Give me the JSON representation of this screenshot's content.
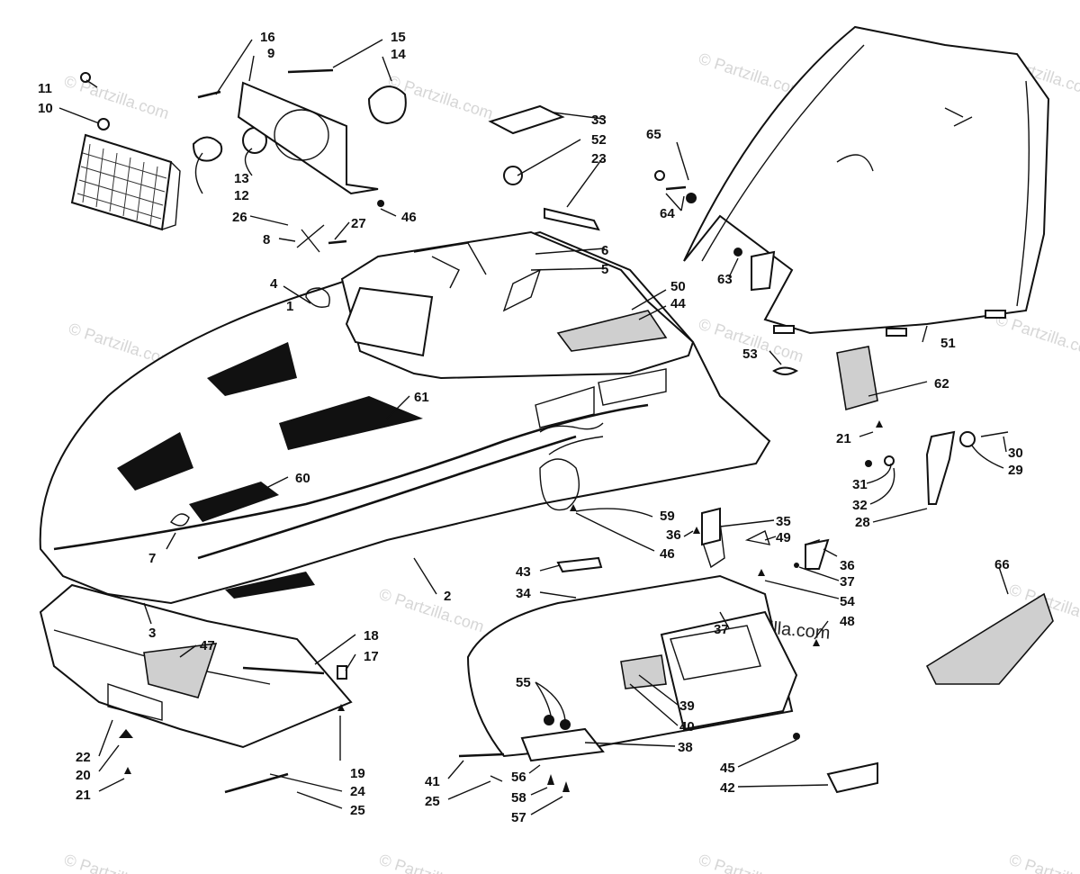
{
  "watermark": {
    "text": "© Partzilla.com",
    "inline_text": "partzilla.com"
  },
  "labels": [
    {
      "id": "l1",
      "text": "1"
    },
    {
      "id": "l2",
      "text": "2"
    },
    {
      "id": "l3",
      "text": "3"
    },
    {
      "id": "l4",
      "text": "4"
    },
    {
      "id": "l5",
      "text": "5"
    },
    {
      "id": "l6",
      "text": "6"
    },
    {
      "id": "l7",
      "text": "7"
    },
    {
      "id": "l8",
      "text": "8"
    },
    {
      "id": "l9",
      "text": "9"
    },
    {
      "id": "l10",
      "text": "10"
    },
    {
      "id": "l11",
      "text": "11"
    },
    {
      "id": "l12",
      "text": "12"
    },
    {
      "id": "l13",
      "text": "13"
    },
    {
      "id": "l14",
      "text": "14"
    },
    {
      "id": "l15",
      "text": "15"
    },
    {
      "id": "l16",
      "text": "16"
    },
    {
      "id": "l17",
      "text": "17"
    },
    {
      "id": "l18",
      "text": "18"
    },
    {
      "id": "l19",
      "text": "19"
    },
    {
      "id": "l20",
      "text": "20"
    },
    {
      "id": "l21a",
      "text": "21"
    },
    {
      "id": "l21b",
      "text": "21"
    },
    {
      "id": "l22",
      "text": "22"
    },
    {
      "id": "l23",
      "text": "23"
    },
    {
      "id": "l24",
      "text": "24"
    },
    {
      "id": "l25a",
      "text": "25"
    },
    {
      "id": "l25b",
      "text": "25"
    },
    {
      "id": "l26",
      "text": "26"
    },
    {
      "id": "l27",
      "text": "27"
    },
    {
      "id": "l28",
      "text": "28"
    },
    {
      "id": "l29",
      "text": "29"
    },
    {
      "id": "l30",
      "text": "30"
    },
    {
      "id": "l31",
      "text": "31"
    },
    {
      "id": "l32",
      "text": "32"
    },
    {
      "id": "l33",
      "text": "33"
    },
    {
      "id": "l34",
      "text": "34"
    },
    {
      "id": "l35",
      "text": "35"
    },
    {
      "id": "l36a",
      "text": "36"
    },
    {
      "id": "l36b",
      "text": "36"
    },
    {
      "id": "l37a",
      "text": "37"
    },
    {
      "id": "l37b",
      "text": "37"
    },
    {
      "id": "l38",
      "text": "38"
    },
    {
      "id": "l39",
      "text": "39"
    },
    {
      "id": "l40",
      "text": "40"
    },
    {
      "id": "l41",
      "text": "41"
    },
    {
      "id": "l42",
      "text": "42"
    },
    {
      "id": "l43",
      "text": "43"
    },
    {
      "id": "l44",
      "text": "44"
    },
    {
      "id": "l45",
      "text": "45"
    },
    {
      "id": "l46a",
      "text": "46"
    },
    {
      "id": "l46b",
      "text": "46"
    },
    {
      "id": "l47",
      "text": "47"
    },
    {
      "id": "l48",
      "text": "48"
    },
    {
      "id": "l49",
      "text": "49"
    },
    {
      "id": "l50",
      "text": "50"
    },
    {
      "id": "l51",
      "text": "51"
    },
    {
      "id": "l52",
      "text": "52"
    },
    {
      "id": "l53",
      "text": "53"
    },
    {
      "id": "l54",
      "text": "54"
    },
    {
      "id": "l55",
      "text": "55"
    },
    {
      "id": "l56",
      "text": "56"
    },
    {
      "id": "l57",
      "text": "57"
    },
    {
      "id": "l58",
      "text": "58"
    },
    {
      "id": "l59",
      "text": "59"
    },
    {
      "id": "l60",
      "text": "60"
    },
    {
      "id": "l61",
      "text": "61"
    },
    {
      "id": "l62",
      "text": "62"
    },
    {
      "id": "l63",
      "text": "63"
    },
    {
      "id": "l64a",
      "text": "64"
    },
    {
      "id": "l65",
      "text": "65"
    },
    {
      "id": "l66",
      "text": "66"
    }
  ]
}
